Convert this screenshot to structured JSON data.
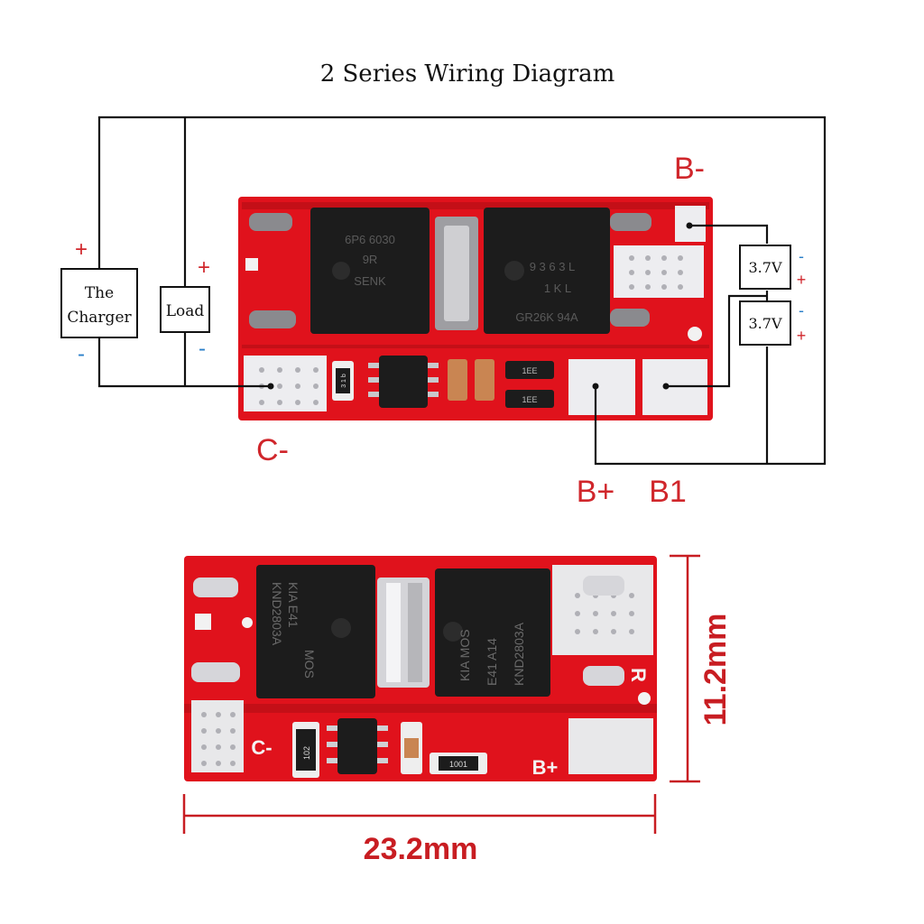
{
  "title": "2 Series Wiring Diagram",
  "wiring": {
    "charger": {
      "line1": "The",
      "line2": "Charger",
      "plus": "+",
      "minus": "-"
    },
    "load": {
      "label": "Load",
      "plus": "+",
      "minus": "-"
    },
    "cells": [
      {
        "label": "3.7V",
        "plus": "+",
        "minus": "-"
      },
      {
        "label": "3.7V",
        "plus": "+",
        "minus": "-"
      }
    ],
    "pads": {
      "b_minus": "B-",
      "c_minus": "C-",
      "b_plus": "B+",
      "b1": "B1"
    }
  },
  "board_top": {
    "mosfet_left": {
      "line1": "6P6 6030",
      "line2": "9R",
      "line3": "SENK"
    },
    "mosfet_right": {
      "line1": "9 3 6 3 L",
      "line2": "1 K L",
      "line3": "GR26K 94A"
    },
    "resistor_code": "3 1 b",
    "small_codes": [
      "1EE",
      "1EE"
    ]
  },
  "board_bottom": {
    "mosfet_left": {
      "line1": "KIA E41",
      "line2": "KND2803A",
      "line3": "MOS"
    },
    "mosfet_right": {
      "line1": "KIA MOS",
      "line2": "E41 A14",
      "line3": "KND2803A"
    },
    "silk_c_minus": "C-",
    "silk_b_plus": "B+",
    "silk_r": "R",
    "resistor_codes": [
      "102",
      "1001"
    ]
  },
  "dimensions": {
    "width": "23.2mm",
    "height": "11.2mm"
  },
  "colors": {
    "wire": "#111111",
    "label_red": "#d0262b",
    "label_blue": "#2a7fc9",
    "pcb_red": "#e0121c",
    "pcb_dark": "#b80d14",
    "pad_silver": "#e8e8ea",
    "chip_black": "#1c1c1c",
    "dimension_red": "#c81d22"
  }
}
